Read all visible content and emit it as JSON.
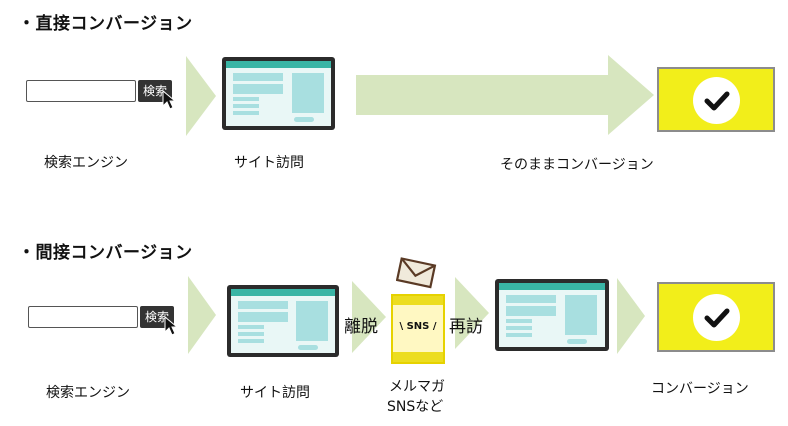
{
  "direct": {
    "heading": "・直接コンバージョン",
    "search_button": "検索",
    "labels": {
      "search_engine": "検索エンジン",
      "site_visit": "サイト訪問",
      "conversion": "そのままコンバージョン"
    }
  },
  "indirect": {
    "heading": "・間接コンバージョン",
    "search_button": "検索",
    "labels": {
      "search_engine": "検索エンジン",
      "site_visit": "サイト訪問",
      "leave": "離脱",
      "mail_sns_line1": "メルマガ",
      "mail_sns_line2": "SNSなど",
      "revisit": "再訪",
      "conversion": "コンバージョン"
    },
    "sns_card_text": "\\ SNS /"
  },
  "colors": {
    "arrow": "#d7e6bf",
    "conversion_bg": "#f2ee1a",
    "tablet_frame": "#2b2b2b",
    "screen_accent": "#39b5a5",
    "screen_block": "#a8dfe0"
  },
  "icons": {
    "check": "check-icon",
    "cursor": "cursor-icon",
    "envelope": "envelope-icon"
  }
}
